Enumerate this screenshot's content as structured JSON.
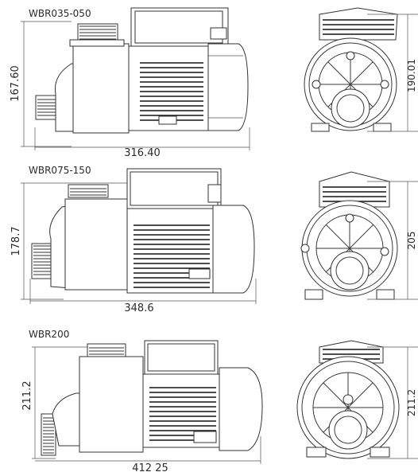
{
  "sections": [
    {
      "model": "WBR035-050",
      "height_dim": "167.60",
      "length_dim": "316.40",
      "side_dim": "190.01"
    },
    {
      "model": "WBR075-150",
      "height_dim": "178.7",
      "length_dim": "348.6",
      "side_dim": "205"
    },
    {
      "model": "WBR200",
      "height_dim": "211.2",
      "length_dim": "412 25",
      "side_dim": "211.2"
    }
  ]
}
